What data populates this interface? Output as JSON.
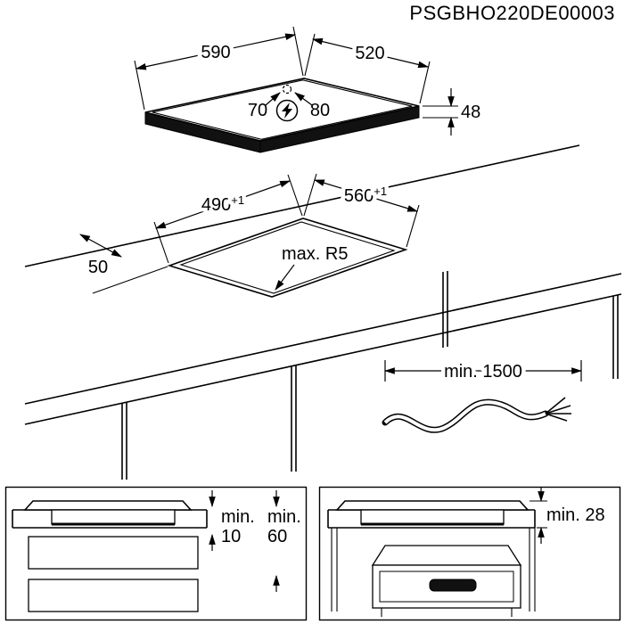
{
  "doc_code": "PSGBHO220DE00003",
  "hob": {
    "width": "590",
    "depth": "520",
    "thickness": "48",
    "cable_pos_left": "70",
    "cable_pos_right": "80"
  },
  "cutout": {
    "width": "490",
    "width_sup": "+1",
    "depth": "560",
    "depth_sup": "+1",
    "edge_distance": "50",
    "corner_radius": "max. R5"
  },
  "power_cable": {
    "length": "min. 1500"
  },
  "below_clearance": {
    "label_a": "min.",
    "value_a": "10",
    "label_b": "min.",
    "value_b": "60"
  },
  "oven_clearance": {
    "label": "min. 28"
  },
  "colors": {
    "ink": "#000000",
    "hob_side": "#111111"
  }
}
